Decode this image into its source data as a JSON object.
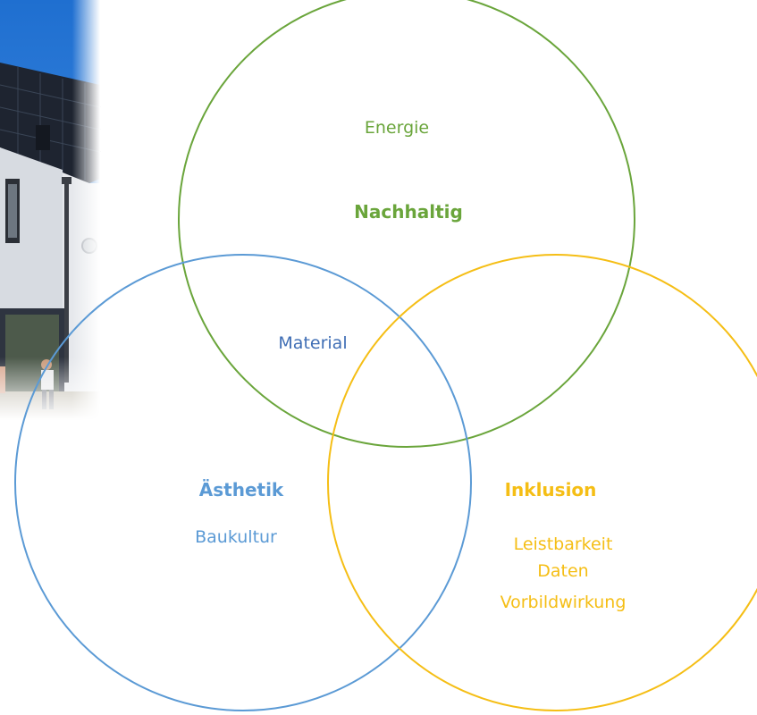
{
  "colors": {
    "green": "#6aa53b",
    "blue": "#5b9ad5",
    "yellow": "#f5be15",
    "material_blue": "#3f6eb5"
  },
  "photo": {
    "subject": "house-with-children-photo"
  },
  "diagram": {
    "circles": [
      {
        "id": "nachhaltig",
        "title": "Nachhaltig",
        "color": "green",
        "items": [
          "Energie"
        ]
      },
      {
        "id": "aesthetik",
        "title": "Ästhetik",
        "color": "blue",
        "items": [
          "Baukultur"
        ]
      },
      {
        "id": "inklusion",
        "title": "Inklusion",
        "color": "yellow",
        "items": [
          "Leistbarkeit",
          "Daten",
          "Vorbildwirkung"
        ]
      }
    ],
    "overlap": {
      "label": "Material",
      "color": "material_blue"
    }
  }
}
